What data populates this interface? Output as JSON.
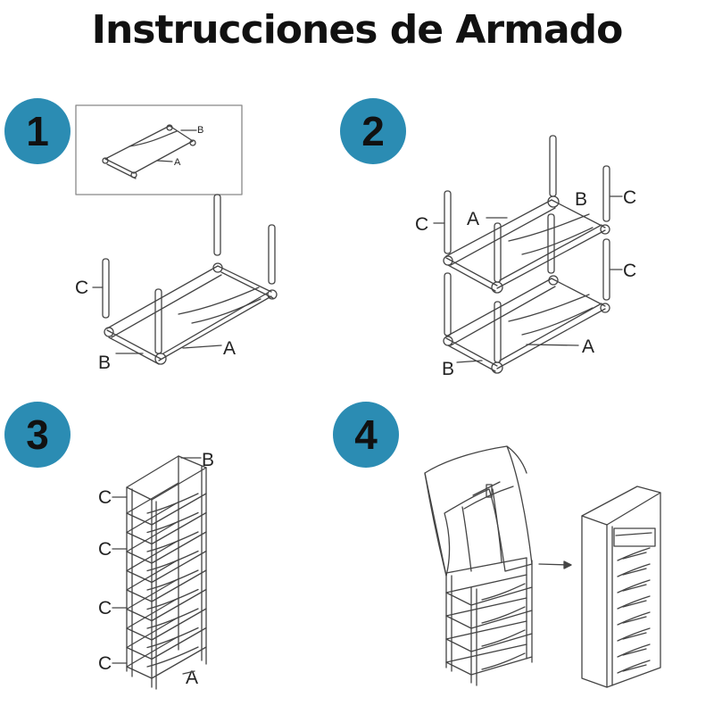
{
  "title": "Instrucciones de Armado",
  "colors": {
    "badge": "#2b8cb3",
    "line": "#444444"
  },
  "steps": [
    {
      "number": "1",
      "labels": {
        "inset_b": "B",
        "inset_a": "A",
        "c": "C",
        "b": "B",
        "a": "A"
      }
    },
    {
      "number": "2",
      "labels": {
        "b_top": "B",
        "c_top": "C",
        "c_left": "C",
        "a_top": "A",
        "c_mid": "C",
        "a_bottom": "A",
        "b_bottom": "B"
      }
    },
    {
      "number": "3",
      "labels": {
        "b": "B",
        "c1": "C",
        "c2": "C",
        "c3": "C",
        "c4": "C",
        "a": "A"
      }
    },
    {
      "number": "4",
      "labels": {}
    }
  ]
}
